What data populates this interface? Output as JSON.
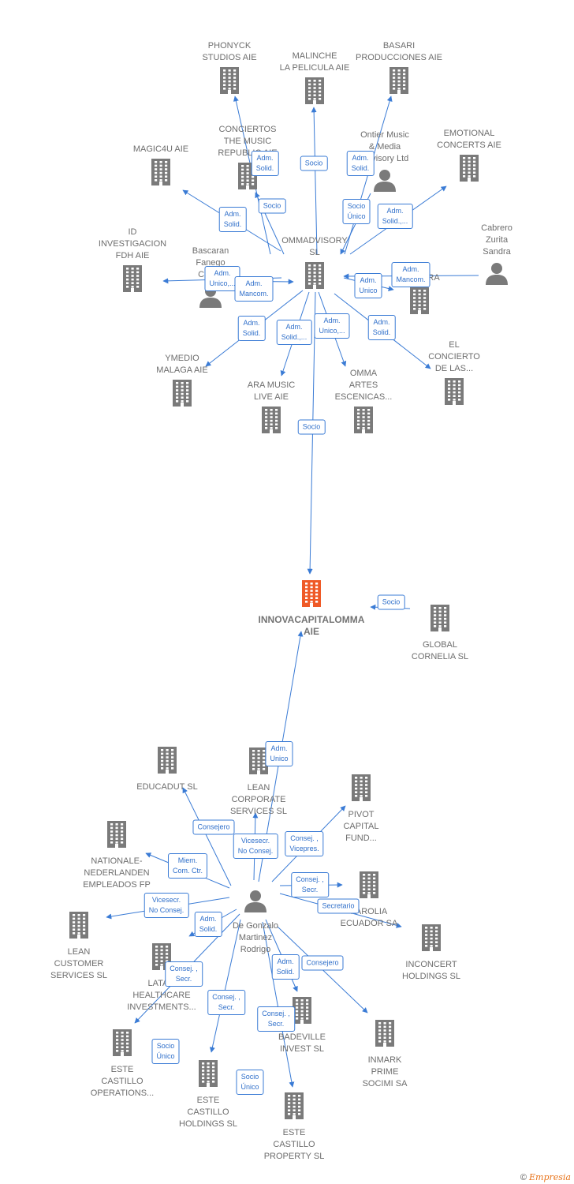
{
  "colors": {
    "edge": "#3a7bd5",
    "company_icon": "#7a7a7a",
    "main_icon": "#ef5a27",
    "person_icon": "#7a7a7a",
    "badge_text": "#2f6fca"
  },
  "center": {
    "name": "INNOVACAPITALOMMA AIE",
    "icon": "building-icon"
  },
  "nodes": {
    "phonyck": {
      "name": "PHONYCK\nSTUDIOS AIE",
      "icon": "building-icon"
    },
    "malinche": {
      "name": "MALINCHE\nLA PELICULA AIE",
      "icon": "building-icon"
    },
    "basari": {
      "name": "BASARI\nPRODUCCIONES AIE",
      "icon": "building-icon"
    },
    "conciertos": {
      "name": "CONCIERTOS\nTHE MUSIC\nREPUBLIC AIE",
      "icon": "building-icon"
    },
    "ontier": {
      "name": "Ontier Music\n& Media\nAdvisory Ltd",
      "icon": "person-icon"
    },
    "emotional": {
      "name": "EMOTIONAL\nCONCERTS AIE",
      "icon": "building-icon"
    },
    "magic4u": {
      "name": "MAGIC4U AIE",
      "icon": "building-icon"
    },
    "cabrero": {
      "name": "Cabrero\nZurita\nSandra",
      "icon": "person-icon"
    },
    "id_invest": {
      "name": "ID\nINVESTIGACION\nFDH  AIE",
      "icon": "building-icon"
    },
    "bascaran": {
      "name": "Bascaran\nFanego\nCarlos",
      "icon": "person-icon"
    },
    "ommadvisory": {
      "name": "OMMADVISORY\nSL",
      "icon": "building-icon"
    },
    "kaldera": {
      "name": "KALDERA",
      "icon": "building-icon"
    },
    "ymedio": {
      "name": "YMEDIO\nMALAGA AIE",
      "icon": "building-icon"
    },
    "ara_music": {
      "name": "ARA MUSIC\nLIVE AIE",
      "icon": "building-icon"
    },
    "omma_artes": {
      "name": "OMMA\nARTES\nESCENICAS...",
      "icon": "building-icon"
    },
    "el_concierto": {
      "name": "EL\nCONCIERTO\nDE LAS...",
      "icon": "building-icon"
    },
    "global_cornelia": {
      "name": "GLOBAL\nCORNELIA  SL",
      "icon": "building-icon"
    },
    "educadut": {
      "name": "EDUCADUT  SL",
      "icon": "building-icon"
    },
    "lean_corporate": {
      "name": "LEAN\nCORPORATE\nSERVICES  SL",
      "icon": "building-icon"
    },
    "pivot": {
      "name": "PIVOT\nCAPITAL\nFUND...",
      "icon": "building-icon"
    },
    "nationale": {
      "name": "NATIONALE-\nNEDERLANDEN\nEMPLEADOS FP",
      "icon": "building-icon"
    },
    "farolia": {
      "name": "FAROLIA\nECUADOR SA",
      "icon": "building-icon"
    },
    "de_gonzalo": {
      "name": "De Gonzalo\nMartinez\nRodrigo",
      "icon": "person-icon"
    },
    "lean_customer": {
      "name": "LEAN\nCUSTOMER\nSERVICES  SL",
      "icon": "building-icon"
    },
    "inconcert": {
      "name": "INCONCERT\nHOLDINGS  SL",
      "icon": "building-icon"
    },
    "latam": {
      "name": "LATAM\nHEALTHCARE\nINVESTMENTS...",
      "icon": "building-icon"
    },
    "badeville": {
      "name": "BADEVILLE\nINVEST  SL",
      "icon": "building-icon"
    },
    "inmark": {
      "name": "INMARK\nPRIME\nSOCIMI SA",
      "icon": "building-icon"
    },
    "este_operations": {
      "name": "ESTE\nCASTILLO\nOPERATIONS...",
      "icon": "building-icon"
    },
    "este_holdings": {
      "name": "ESTE\nCASTILLO\nHOLDINGS  SL",
      "icon": "building-icon"
    },
    "este_property": {
      "name": "ESTE\nCASTILLO\nPROPERTY  SL",
      "icon": "building-icon"
    }
  },
  "edges": [
    {
      "from": "ommadvisory",
      "to": "phonyck",
      "label": "Adm.\nSolid."
    },
    {
      "from": "ommadvisory",
      "to": "malinche",
      "label": "Socio"
    },
    {
      "from": "ommadvisory",
      "to": "basari",
      "label": "Adm.\nSolid."
    },
    {
      "from": "ommadvisory",
      "to": "conciertos",
      "label": "Socio"
    },
    {
      "from": "ontier",
      "to": "ommadvisory",
      "label": "Socio\nÚnico"
    },
    {
      "from": "ommadvisory",
      "to": "emotional",
      "label": "Adm.\nSolid.,..."
    },
    {
      "from": "ommadvisory",
      "to": "magic4u",
      "label": "Adm.\nSolid."
    },
    {
      "from": "ommadvisory",
      "to": "id_invest",
      "label": "Adm.\nUnico,..."
    },
    {
      "from": "bascaran",
      "to": "ommadvisory",
      "label": "Adm.\nMancom."
    },
    {
      "from": "cabrero",
      "to": "ommadvisory",
      "label": "Adm.\nMancom."
    },
    {
      "from": "ommadvisory",
      "to": "kaldera",
      "label": "Adm.\nUnico"
    },
    {
      "from": "ommadvisory",
      "to": "ymedio",
      "label": "Adm.\nSolid."
    },
    {
      "from": "ommadvisory",
      "to": "ara_music",
      "label": "Adm.\nSolid.,..."
    },
    {
      "from": "ommadvisory",
      "to": "omma_artes",
      "label": "Adm.\nUnico,..."
    },
    {
      "from": "ommadvisory",
      "to": "el_concierto",
      "label": "Adm.\nSolid."
    },
    {
      "from": "ommadvisory",
      "to": "center",
      "label": "Socio"
    },
    {
      "from": "global_cornelia",
      "to": "center",
      "label": "Socio"
    },
    {
      "from": "de_gonzalo",
      "to": "center",
      "label": "Adm.\nUnico"
    },
    {
      "from": "de_gonzalo",
      "to": "educadut",
      "label": "Consejero"
    },
    {
      "from": "de_gonzalo",
      "to": "lean_corporate",
      "label": "Vicesecr.\nNo Consej."
    },
    {
      "from": "de_gonzalo",
      "to": "pivot",
      "label": "Consej. ,\nVicepres."
    },
    {
      "from": "de_gonzalo",
      "to": "nationale",
      "label": "Miem.\nCom. Ctr."
    },
    {
      "from": "de_gonzalo",
      "to": "farolia",
      "label": "Consej. ,\nSecr."
    },
    {
      "from": "de_gonzalo",
      "to": "inconcert",
      "label": "Secretario"
    },
    {
      "from": "de_gonzalo",
      "to": "lean_customer",
      "label": "Vicesecr.\nNo Consej."
    },
    {
      "from": "de_gonzalo",
      "to": "latam",
      "label": "Adm.\nSolid."
    },
    {
      "from": "de_gonzalo",
      "to": "este_operations",
      "label": "Consej. ,\nSecr."
    },
    {
      "from": "de_gonzalo",
      "to": "badeville",
      "label": "Adm.\nSolid."
    },
    {
      "from": "de_gonzalo",
      "to": "inmark",
      "label": "Consejero"
    },
    {
      "from": "de_gonzalo",
      "to": "este_holdings",
      "label": "Consej. ,\nSecr."
    },
    {
      "from": "de_gonzalo",
      "to": "este_property",
      "label": "Consej. ,\nSecr."
    },
    {
      "from": "este_holdings",
      "to": "este_operations",
      "label": "Socio\nÚnico"
    },
    {
      "from": "este_holdings",
      "to": "este_property",
      "label": "Socio\nÚnico"
    }
  ],
  "footer": {
    "copyright": "©",
    "brand": "Empresia"
  }
}
